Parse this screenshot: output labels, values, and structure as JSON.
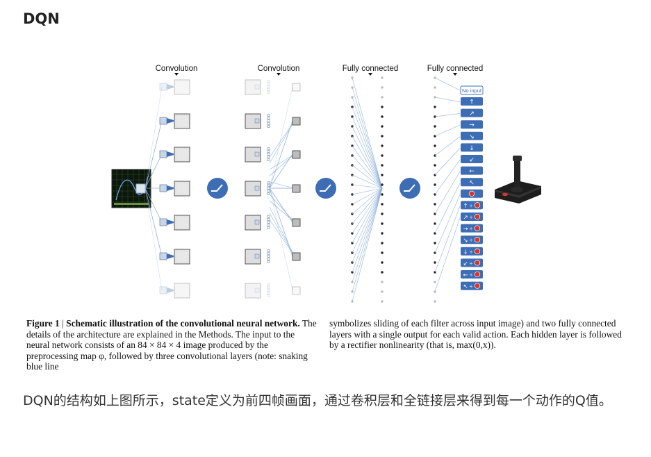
{
  "heading": "DQN",
  "figure": {
    "labels": [
      "Convolution",
      "Convolution",
      "Fully connected",
      "Fully connected"
    ],
    "no_input_label": "No input",
    "action_arrows": [
      "↑",
      "↗",
      "→",
      "↘",
      "↓",
      "↙",
      "←",
      "↖"
    ],
    "accent_color": "#3d6db5"
  },
  "caption": {
    "fig_num": "Figure 1",
    "title": "Schematic illustration of the convolutional neural network.",
    "left_rest": " The details of the architecture are explained in the Methods. The input to the neural network consists of an 84 × 84 × 4 image produced by the preprocessing map φ, followed by three convolutional layers (note: snaking blue line",
    "right": "symbolizes sliding of each filter across input image) and two fully connected layers with a single output for each valid action. Each hidden layer is followed by a rectifier nonlinearity (that is, max(0,x))."
  },
  "body_text": "DQN的结构如上图所示，state定义为前四帧画面，通过卷积层和全链接层来得到每一个动作的Q值。"
}
